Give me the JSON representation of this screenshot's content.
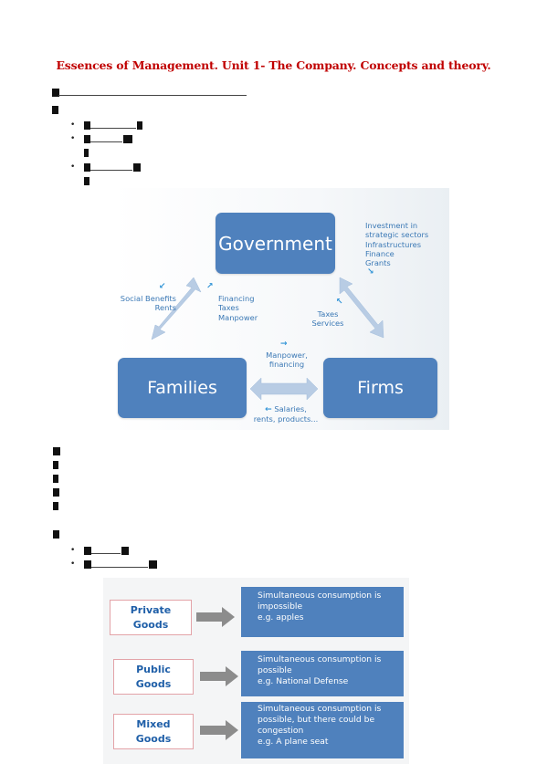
{
  "document": {
    "title": "Essences of Management. Unit 1- The Company. Concepts and theory."
  },
  "diagram_flow": {
    "nodes": {
      "government": "Government",
      "families": "Families",
      "firms": "Firms"
    },
    "labels": {
      "gov_to_firms": [
        "Investment in",
        "strategic sectors",
        "Infrastructures",
        "Finance",
        "Grants"
      ],
      "gov_to_families": [
        "Social Benefits",
        "Rents"
      ],
      "families_to_gov": [
        "Financing",
        "Taxes",
        "Manpower"
      ],
      "firms_to_gov": [
        "Taxes",
        "Services"
      ],
      "families_to_firms": [
        "Manpower,",
        "financing"
      ],
      "firms_to_families": [
        "Salaries,",
        "rents, products..."
      ]
    },
    "colors": {
      "node": "#4f81bd",
      "connector": "#b4c8e0",
      "label": "#3a78b5"
    }
  },
  "diagram_goods": {
    "rows": [
      {
        "name": "Private Goods",
        "lines": [
          "Private",
          "Goods"
        ],
        "desc": [
          "Simultaneous consumption is",
          "impossible",
          "e.g. apples"
        ]
      },
      {
        "name": "Public Goods",
        "lines": [
          "Public",
          "Goods"
        ],
        "desc": [
          "Simultaneous consumption is",
          "possible",
          "e.g. National Defense"
        ]
      },
      {
        "name": "Mixed Goods",
        "lines": [
          "Mixed",
          "Goods"
        ],
        "desc": [
          "Simultaneous consumption is",
          "possible, but there could be",
          "congestion",
          "e.g. A plane seat"
        ]
      }
    ],
    "colors": {
      "desc_box": "#4f81bd",
      "arrow": "#8c8c8c",
      "label": "#1f5fa8"
    }
  }
}
